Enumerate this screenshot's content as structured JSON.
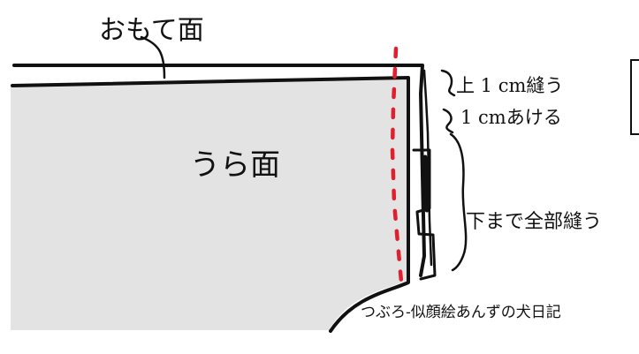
{
  "diagram": {
    "labels": {
      "front_side": "おもて面",
      "back_side": "うら面",
      "sew_top": "上 1 cm縫う",
      "leave_open": "1 cmあける",
      "sew_to_bottom": "下まで全部縫う",
      "watermark": "つぶろ-似顔絵あんずの犬日記"
    },
    "colors": {
      "fabric_back": "#e3e3e3",
      "outline": "#111111",
      "stitch_line": "#e0202f",
      "background": "#ffffff"
    }
  }
}
